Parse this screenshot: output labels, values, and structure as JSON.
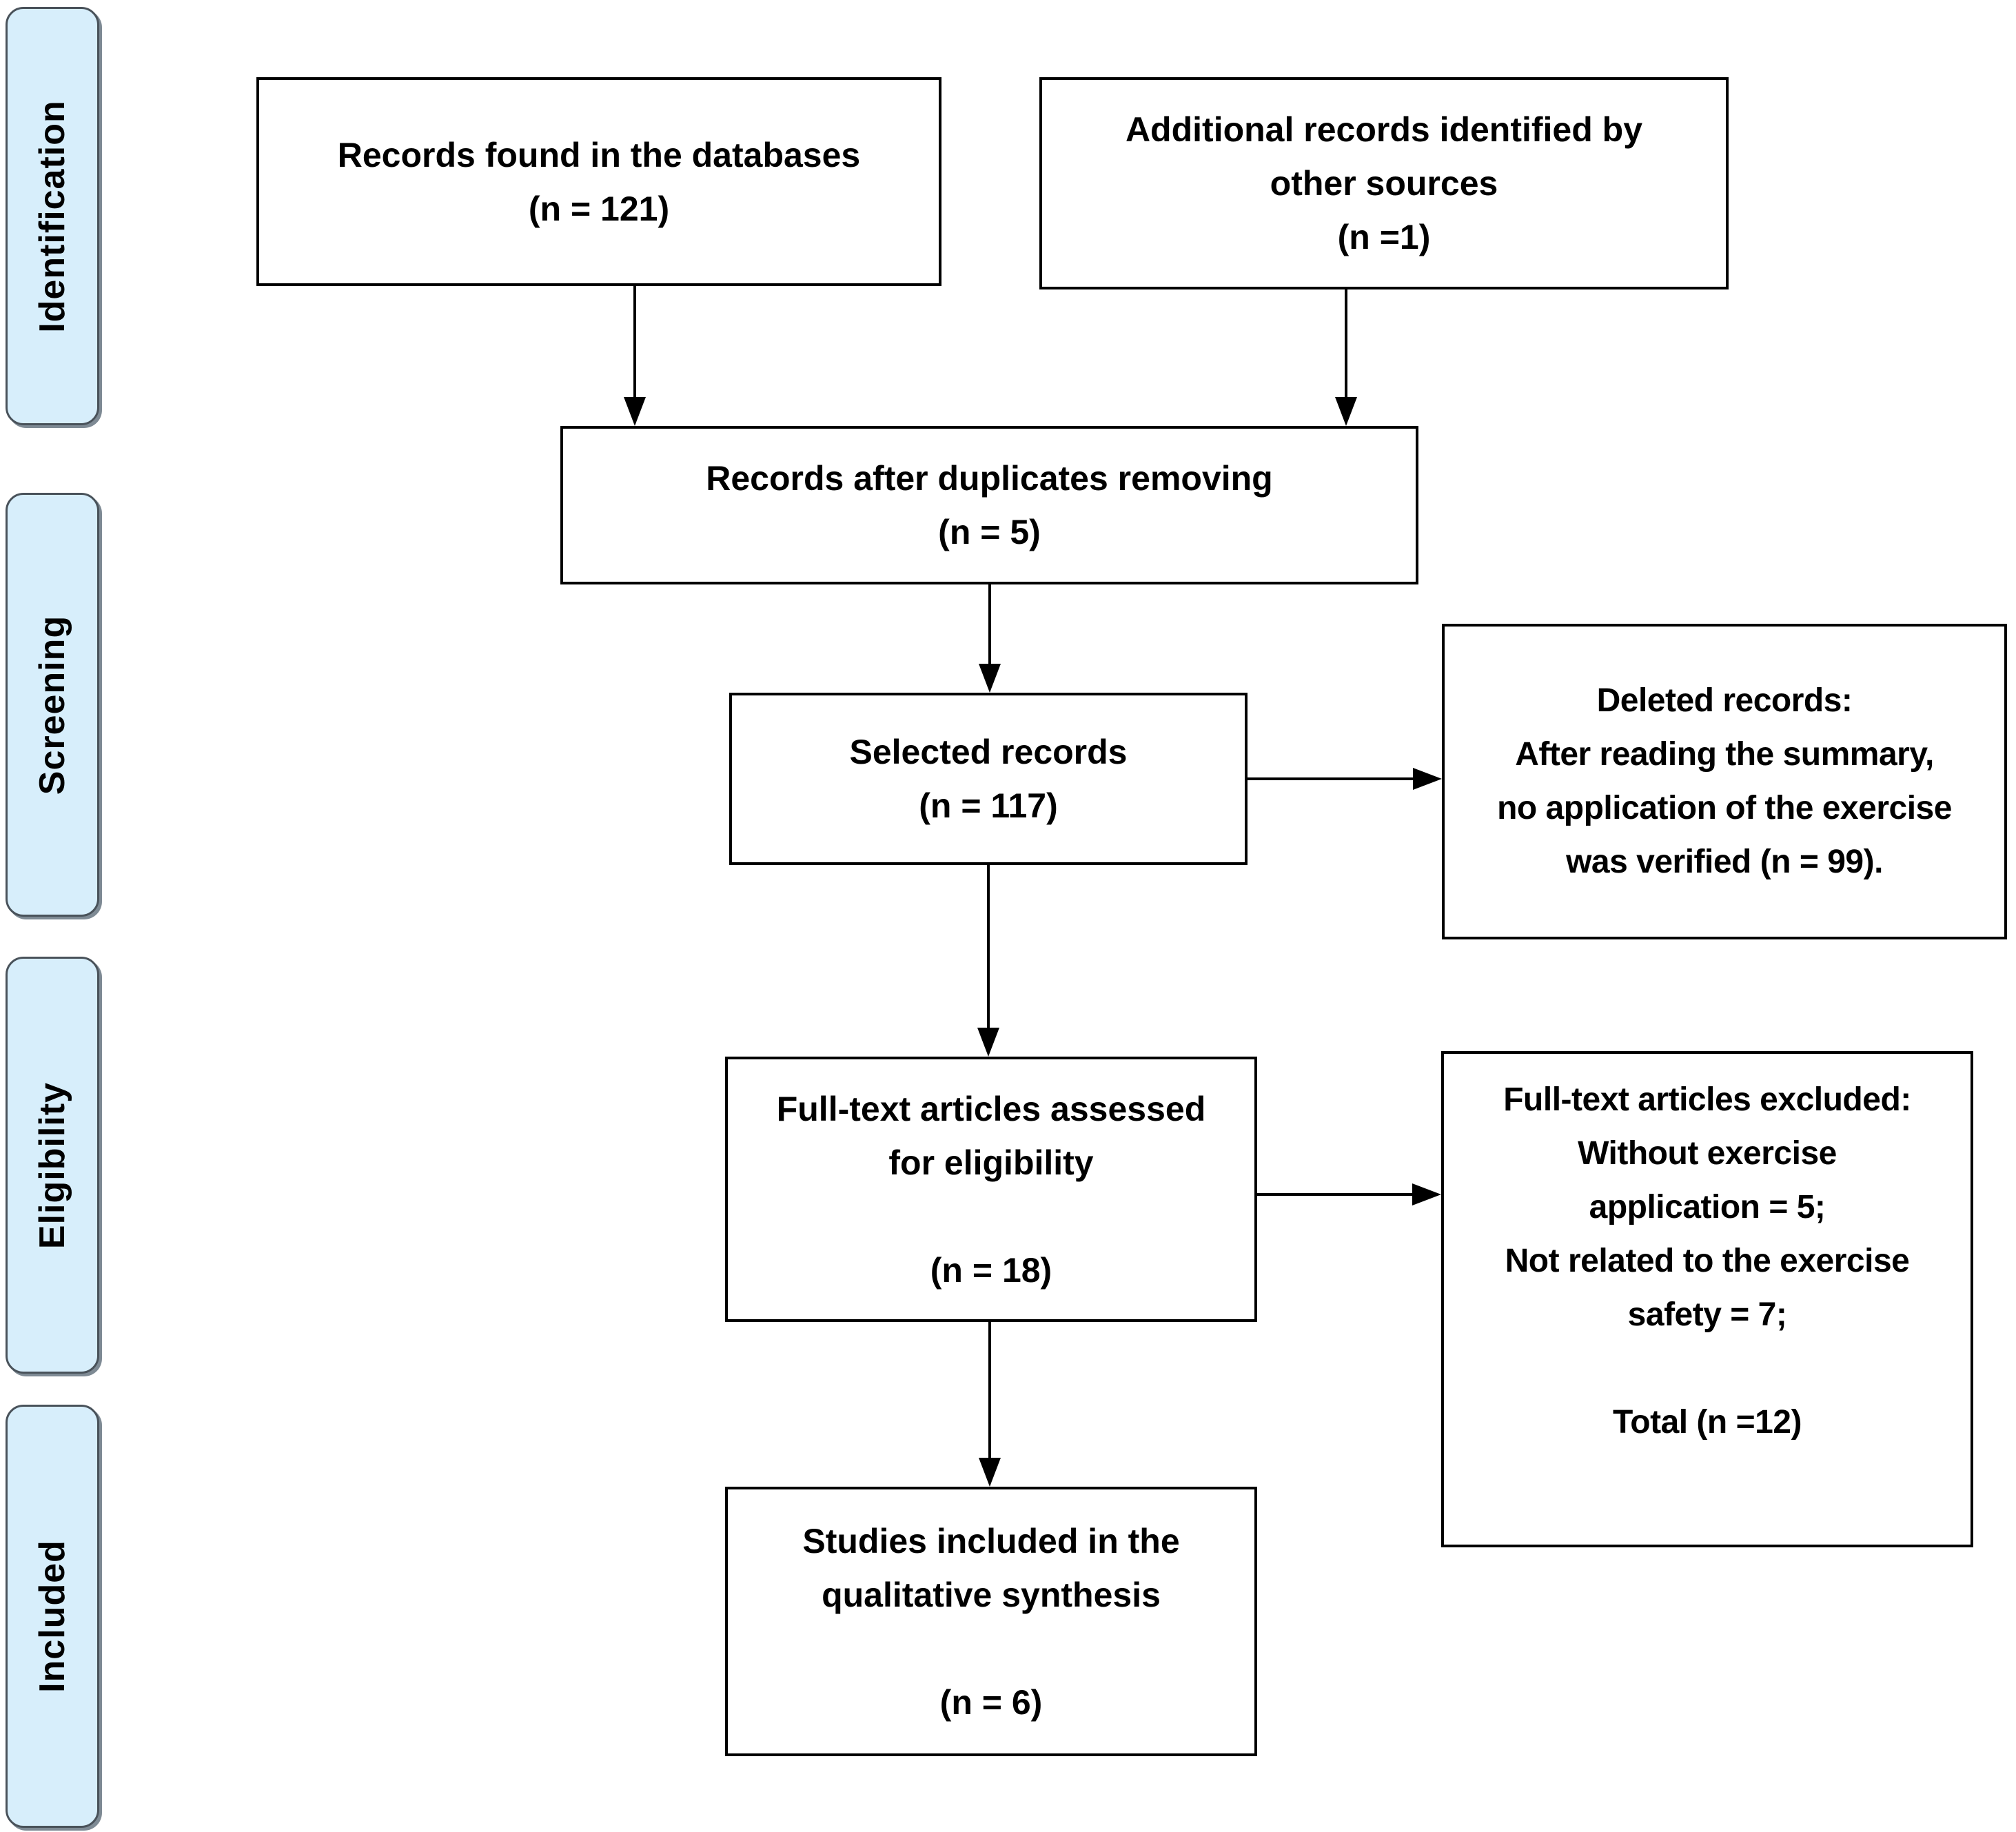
{
  "colors": {
    "sidebar_fill": "#d7eefb",
    "sidebar_border": "#49525a",
    "sidebar_shadow": "#7e8a94",
    "box_border": "#000000",
    "arrow": "#000000",
    "text": "#000000"
  },
  "sidebar": {
    "stages": [
      {
        "label": "Identification"
      },
      {
        "label": "Screening"
      },
      {
        "label": "Eligibility"
      },
      {
        "label": "Included"
      }
    ]
  },
  "boxes": {
    "records_found": {
      "lines": [
        "Records found in the databases",
        "(n = 121)"
      ]
    },
    "additional_sources": {
      "lines": [
        "Additional records identified by",
        "other sources",
        "(n =1)"
      ]
    },
    "duplicates_removed": {
      "lines": [
        "Records after duplicates removing",
        "(n = 5)"
      ]
    },
    "selected_records": {
      "lines": [
        "Selected records",
        "(n = 117)"
      ]
    },
    "deleted_records": {
      "lines": [
        "Deleted records:",
        "After reading the summary,",
        "no application of the exercise",
        "was verified (n = 99)."
      ]
    },
    "fulltext_assessed": {
      "lines": [
        "Full-text articles assessed",
        "for eligibility",
        "",
        "(n = 18)"
      ]
    },
    "fulltext_excluded": {
      "lines": [
        "Full-text articles excluded:",
        "Without exercise",
        "application = 5;",
        "Not related to the exercise",
        "safety = 7;",
        "",
        "Total (n =12)"
      ]
    },
    "studies_included": {
      "lines": [
        "Studies included in the",
        "qualitative synthesis",
        "",
        "(n = 6)"
      ]
    }
  }
}
